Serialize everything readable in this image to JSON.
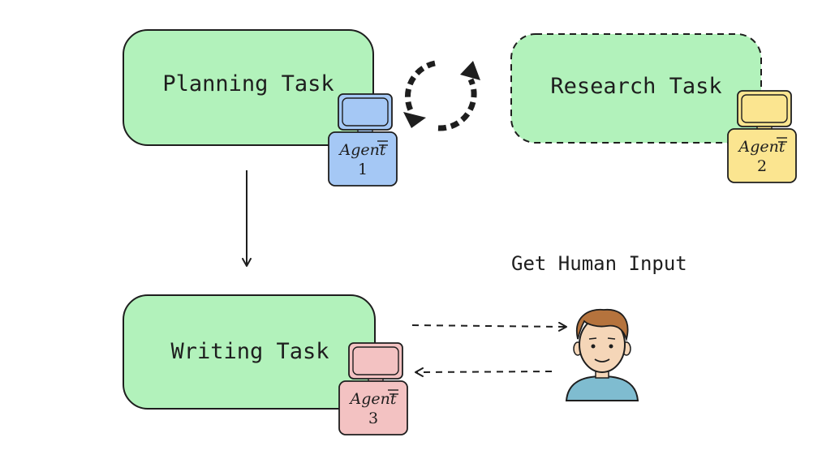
{
  "tasks": {
    "planning": "Planning Task",
    "research": "Research Task",
    "writing": "Writing Task"
  },
  "agents": [
    {
      "label": "Agent",
      "number": "1",
      "color": "#a5c8f5"
    },
    {
      "label": "Agent",
      "number": "2",
      "color": "#fbe590"
    },
    {
      "label": "Agent",
      "number": "3",
      "color": "#f3c2c2"
    }
  ],
  "human": {
    "label": "Get Human Input"
  },
  "colors": {
    "task_fill": "#b2f2bb",
    "stroke": "#1e1e1e",
    "human_skin": "#f5d6b8",
    "human_hair": "#b5733d",
    "human_shirt": "#7fbcd0"
  }
}
